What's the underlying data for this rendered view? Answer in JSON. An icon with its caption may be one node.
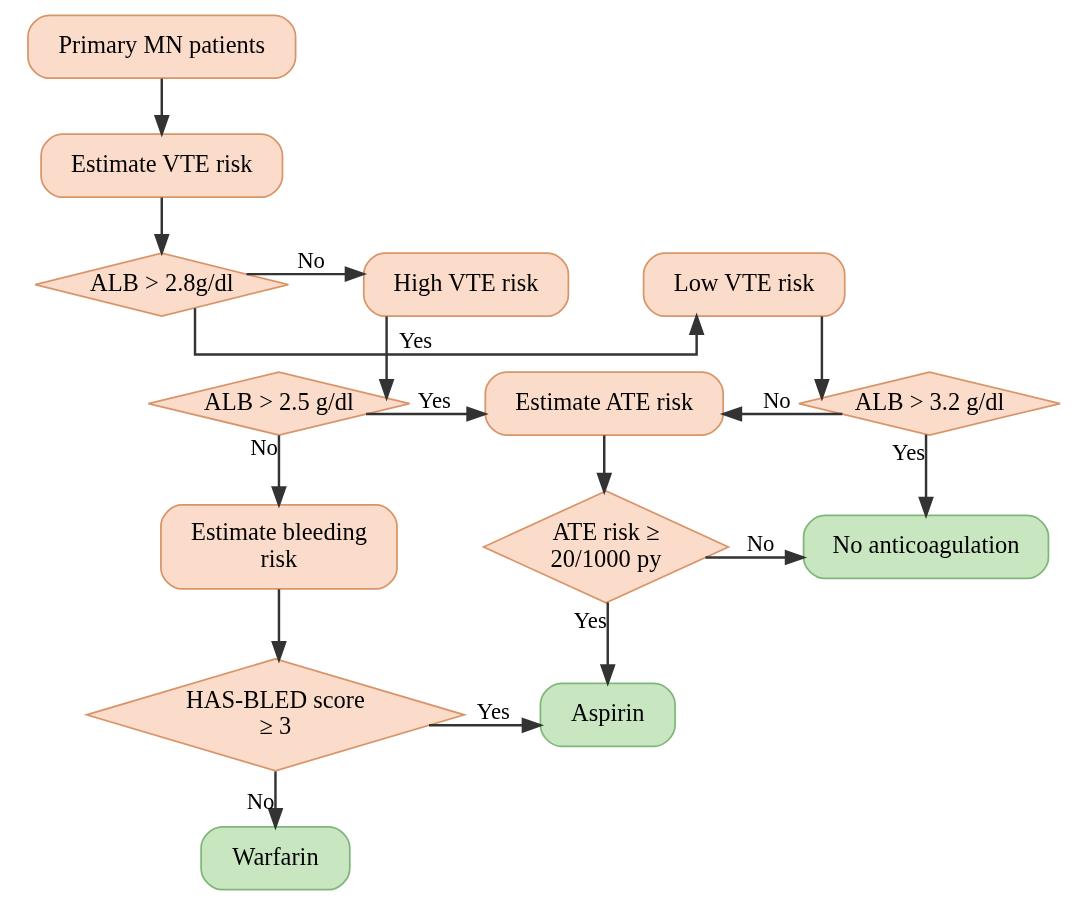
{
  "diagram": {
    "nodes": [
      {
        "text": [
          "Primary MN patients"
        ]
      },
      {
        "text": [
          "Estimate VTE risk"
        ]
      },
      {
        "text": [
          "ALB > 2.8g/dl"
        ]
      },
      {
        "text": [
          "High VTE risk"
        ]
      },
      {
        "text": [
          "Low VTE risk"
        ]
      },
      {
        "text": [
          "ALB > 2.5 g/dl"
        ]
      },
      {
        "text": [
          "Estimate ATE risk"
        ]
      },
      {
        "text": [
          "ALB > 3.2 g/dl"
        ]
      },
      {
        "text": [
          "Estimate bleeding risk"
        ]
      },
      {
        "text": [
          "ATE risk ≥ 20/1000 py"
        ]
      },
      {
        "text": [
          "No anticoagulation"
        ]
      },
      {
        "text": [
          "HAS-BLED score ≥ 3"
        ]
      },
      {
        "text": [
          "Aspirin"
        ]
      },
      {
        "text": [
          "Warfarin"
        ]
      }
    ],
    "edges": [
      {
        "from": 0,
        "to": 1,
        "arrow": "to"
      },
      {
        "from": 1,
        "to": 2,
        "arrow": "to"
      },
      {
        "from": 2,
        "to": 3,
        "arrow": "to",
        "label": "No"
      },
      {
        "from": 2,
        "to": 4,
        "arrow": "to",
        "label": "Yes"
      },
      {
        "from": 3,
        "to": 5,
        "arrow": "to"
      },
      {
        "from": 4,
        "to": 7,
        "arrow": "to"
      },
      {
        "from": 5,
        "to": 6,
        "arrow": "to",
        "label": "Yes"
      },
      {
        "from": 7,
        "to": 6,
        "arrow": "to",
        "label": "No"
      },
      {
        "from": 5,
        "to": 8,
        "arrow": "to",
        "label": "No"
      },
      {
        "from": 7,
        "to": 10,
        "arrow": "to",
        "label": "Yes"
      },
      {
        "from": 6,
        "to": 9,
        "arrow": "to"
      },
      {
        "from": 9,
        "to": 10,
        "arrow": "to",
        "label": "No"
      },
      {
        "from": 9,
        "to": 12,
        "arrow": "to",
        "label": "Yes"
      },
      {
        "from": 8,
        "to": 11,
        "arrow": "to"
      },
      {
        "from": 11,
        "to": 12,
        "arrow": "to",
        "label": "Yes"
      },
      {
        "from": 11,
        "to": 13,
        "arrow": "to",
        "label": "No"
      }
    ]
  }
}
